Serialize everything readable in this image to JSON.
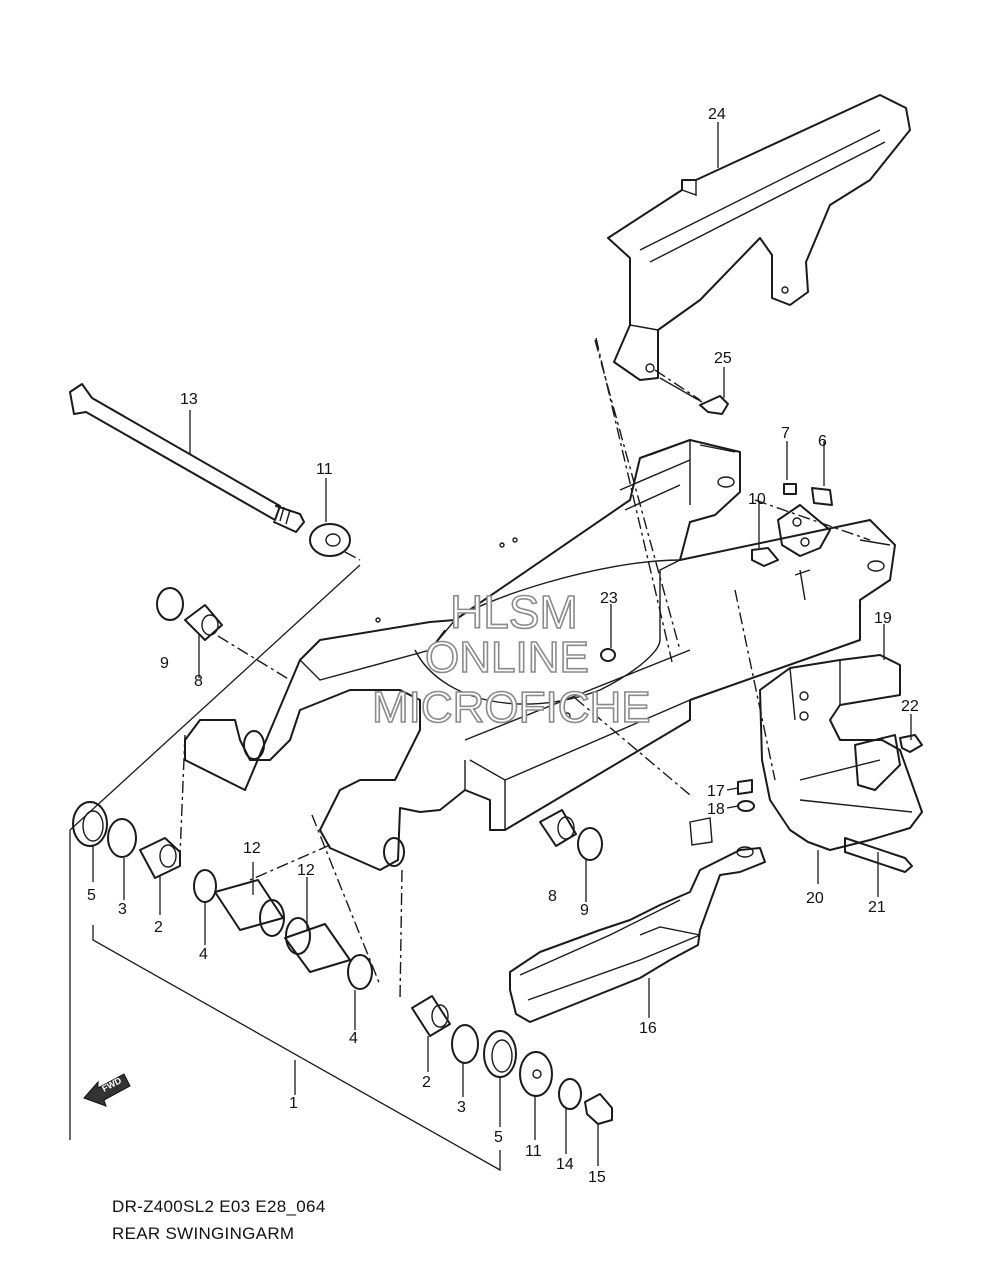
{
  "diagram": {
    "model_code": "DR-Z400SL2 E03 E28_064",
    "title": "REAR SWINGINGARM",
    "watermark": [
      "HLSM",
      "ONLINE",
      "MICROFICHE"
    ],
    "fwd_label": "FWD",
    "callouts": [
      "24",
      "25",
      "13",
      "11",
      "7",
      "6",
      "10",
      "23",
      "19",
      "22",
      "9",
      "8",
      "17",
      "18",
      "5",
      "3",
      "2",
      "12",
      "12",
      "4",
      "8",
      "9",
      "20",
      "21",
      "16",
      "4",
      "2",
      "3",
      "5",
      "11",
      "14",
      "15",
      "1"
    ]
  }
}
